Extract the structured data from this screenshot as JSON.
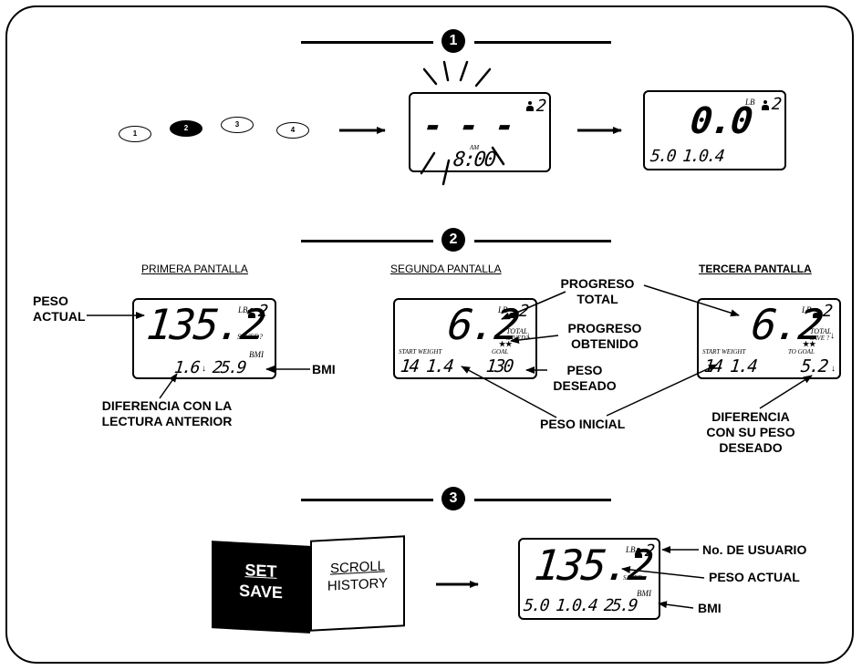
{
  "step_numbers": [
    "1",
    "2",
    "3"
  ],
  "step1": {
    "ovals": [
      "1",
      "2",
      "3",
      "4"
    ],
    "lcd_blink": {
      "dashes": "- - -",
      "user": "2",
      "am": "AM",
      "time": "8:00"
    },
    "lcd_zero": {
      "weight": "0.0",
      "unit": "LB",
      "user": "2",
      "date": "5.0 1.0.4"
    }
  },
  "step2": {
    "headings": [
      "PRIMERA PANTALLA",
      "SEGUNDA PANTALLA",
      "TERCERA PANTALLA"
    ],
    "screen1": {
      "weight": "135.2",
      "unit": "LB",
      "user": "2",
      "saved": "SAVED?",
      "bmi_tag": "BMI",
      "diff": "1.6",
      "bmi": "25.9"
    },
    "screen2": {
      "weight": "6.2",
      "unit": "LB",
      "user": "2",
      "total": "TOTAL",
      "saved": "SAVED?",
      "stars": "★★",
      "start_tag": "START WEIGHT",
      "goal_tag": "GOAL",
      "start": "14 1.4",
      "goal": "130"
    },
    "screen3": {
      "weight": "6.2",
      "unit": "LB",
      "user": "2",
      "total": "TOTAL",
      "saved": "SAVE ?",
      "stars": "★★",
      "start_tag": "START WEIGHT",
      "goal_tag": "TO GOAL",
      "start": "14 1.4",
      "goal": "5.2"
    },
    "labels": {
      "peso_actual": "PESO\nACTUAL",
      "bmi": "BMI",
      "diferencia": "DIFERENCIA CON LA\nLECTURA ANTERIOR",
      "progreso_total": "PROGRESO\nTOTAL",
      "progreso_obtenido": "PROGRESO\nOBTENIDO",
      "peso_deseado": "PESO\nDESEADO",
      "peso_inicial": "PESO INICIAL",
      "diferencia_deseado": "DIFERENCIA\nCON SU PESO\nDESEADO"
    }
  },
  "step3": {
    "buttons": {
      "set": "SET",
      "save": "SAVE",
      "scroll": "SCROLL",
      "history": "HISTORY"
    },
    "lcd": {
      "weight": "135.2",
      "unit": "LB",
      "user": "2",
      "saved": "SAVED",
      "bmi_tag": "BMI",
      "date": "5.0 1.0.4",
      "bmi": "25.9"
    },
    "labels": {
      "usuario": "No. DE USUARIO",
      "peso_actual": "PESO ACTUAL",
      "bmi": "BMI"
    }
  }
}
